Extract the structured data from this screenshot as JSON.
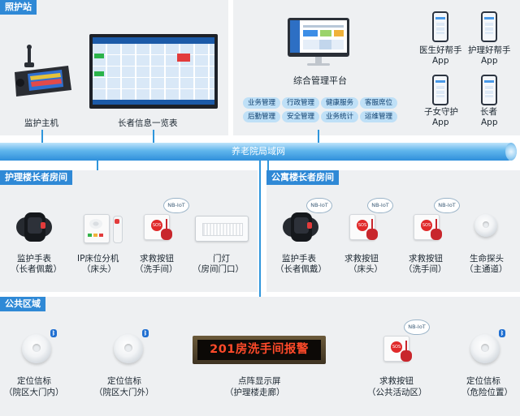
{
  "nursing_station": {
    "title": "照护站",
    "monitor_host_label": "监护主机",
    "info_display_label": "长者信息一览表",
    "platform_label": "综合管理平台",
    "platform_tags": [
      "业务管理",
      "行政管理",
      "健康服务",
      "客服席位",
      "后勤管理",
      "安全管理",
      "业务统计",
      "运维管理"
    ],
    "apps": [
      {
        "line1": "医生好帮手",
        "line2": "App"
      },
      {
        "line1": "护理好帮手",
        "line2": "App"
      },
      {
        "line1": "子女守护",
        "line2": "App"
      },
      {
        "line1": "长者",
        "line2": "App"
      }
    ]
  },
  "network": {
    "label": "养老院局域网"
  },
  "care_building": {
    "title": "护理楼长者房间",
    "devices": [
      {
        "line1": "监护手表",
        "line2": "（长者佩戴）"
      },
      {
        "line1": "IP床位分机",
        "line2": "（床头）"
      },
      {
        "line1": "求救按钮",
        "line2": "（洗手间）"
      },
      {
        "line1": "门灯",
        "line2": "（房间门口）"
      }
    ]
  },
  "apartment_building": {
    "title": "公寓楼长者房间",
    "devices": [
      {
        "line1": "监护手表",
        "line2": "（长者佩戴）"
      },
      {
        "line1": "求救按钮",
        "line2": "（床头）"
      },
      {
        "line1": "求救按钮",
        "line2": "（洗手间）"
      },
      {
        "line1": "生命探头",
        "line2": "（主通道）"
      }
    ]
  },
  "public_area": {
    "title": "公共区域",
    "devices": [
      {
        "line1": "定位信标",
        "line2": "（院区大门内）"
      },
      {
        "line1": "定位信标",
        "line2": "（院区大门外）"
      },
      {
        "line1": "点阵显示屏",
        "line2": "（护理楼走廊）"
      },
      {
        "line1": "求救按钮",
        "line2": "（公共活动区）"
      },
      {
        "line1": "定位信标",
        "line2": "（危险位置）"
      }
    ],
    "led_text": "201房洗手间报警"
  },
  "nbiot_label": "NB-IoT",
  "sos_label": "SOS",
  "colors": {
    "accent": "#2f89d6",
    "line": "#2f96dc",
    "panel": "#eef0f2",
    "led": "#ff4a2a",
    "sos": "#e02a2a"
  }
}
